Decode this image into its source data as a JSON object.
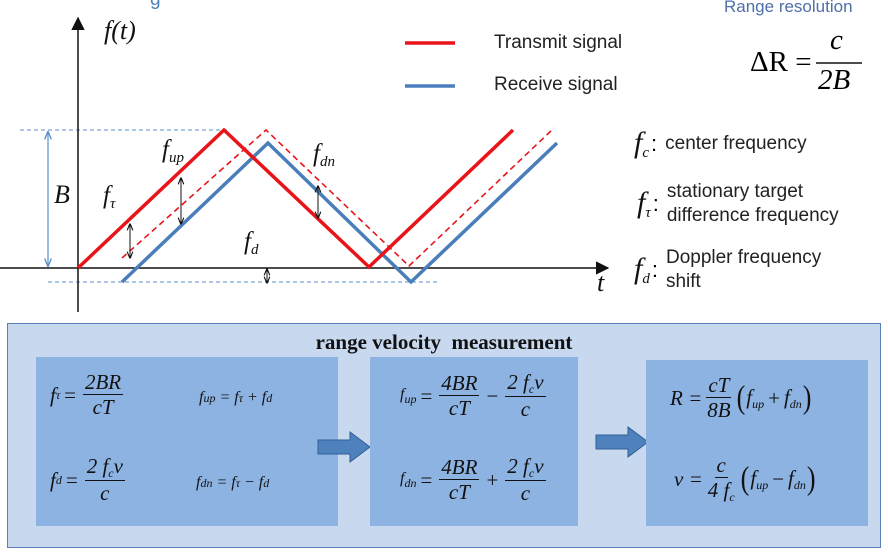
{
  "header": {
    "left_partial": "g",
    "right_partial": "Range resolution"
  },
  "axes": {
    "y_label": "f(t)",
    "x_label": "t",
    "bandwidth_label": "B"
  },
  "legend": {
    "transmit": {
      "label": "Transmit signal",
      "color": "#e8141a"
    },
    "receive": {
      "label": "Receive signal",
      "color": "#4a7ebb"
    }
  },
  "resolution_formula": {
    "lhs": "ΔR =",
    "num": "c",
    "den": "2B"
  },
  "graph_labels": {
    "f_up": {
      "base": "f",
      "sub": "up"
    },
    "f_dn": {
      "base": "f",
      "sub": "dn"
    },
    "f_tau": {
      "base": "f",
      "sub": "τ"
    },
    "f_d": {
      "base": "f",
      "sub": "d"
    }
  },
  "definitions": [
    {
      "base": "f",
      "sub": "c",
      "colon": ":",
      "lines": [
        "center frequency"
      ]
    },
    {
      "base": "f",
      "sub": "τ",
      "colon": ":",
      "lines": [
        "stationary target",
        "difference frequency"
      ]
    },
    {
      "base": "f",
      "sub": "d",
      "colon": ":",
      "lines": [
        "Doppler frequency",
        "shift"
      ]
    }
  ],
  "panel": {
    "title": "range velocity  measurement",
    "box1": {
      "ftau": {
        "lhs": "f",
        "lhs_sub": "τ",
        "num": "2BR",
        "den": "cT"
      },
      "fup": {
        "lhs": "f",
        "lhs_sub": "up",
        "rhs": "= f",
        "rhs_sub1": "τ",
        "op": "+ f",
        "rhs_sub2": "d"
      },
      "fd": {
        "lhs": "f",
        "lhs_sub": "d",
        "num": "2 f",
        "num_sub": "c",
        "num_tail": "v",
        "den": "c"
      },
      "fdn": {
        "lhs": "f",
        "lhs_sub": "dn",
        "rhs": "= f",
        "rhs_sub1": "τ",
        "op": "− f",
        "rhs_sub2": "d"
      }
    },
    "box2": {
      "fup": {
        "lhs": "f",
        "lhs_sub": "up",
        "num1": "4BR",
        "den1": "cT",
        "op": "−",
        "num2": "2 f",
        "num2_sub": "c",
        "num2_tail": "v",
        "den2": "c"
      },
      "fdn": {
        "lhs": "f",
        "lhs_sub": "dn",
        "num1": "4BR",
        "den1": "cT",
        "op": "+",
        "num2": "2 f",
        "num2_sub": "c",
        "num2_tail": "v",
        "den2": "c"
      }
    },
    "box3": {
      "R": {
        "lhs": "R =",
        "num": "cT",
        "den": "8B",
        "a": "f",
        "a_sub": "up",
        "op": "+",
        "b": "f",
        "b_sub": "dn"
      },
      "v": {
        "lhs": "v =",
        "num": "c",
        "den": "4 f",
        "den_sub": "c",
        "a": "f",
        "a_sub": "up",
        "op": "−",
        "b": "f",
        "b_sub": "dn"
      }
    },
    "arrow_color": "#4f81bd"
  }
}
